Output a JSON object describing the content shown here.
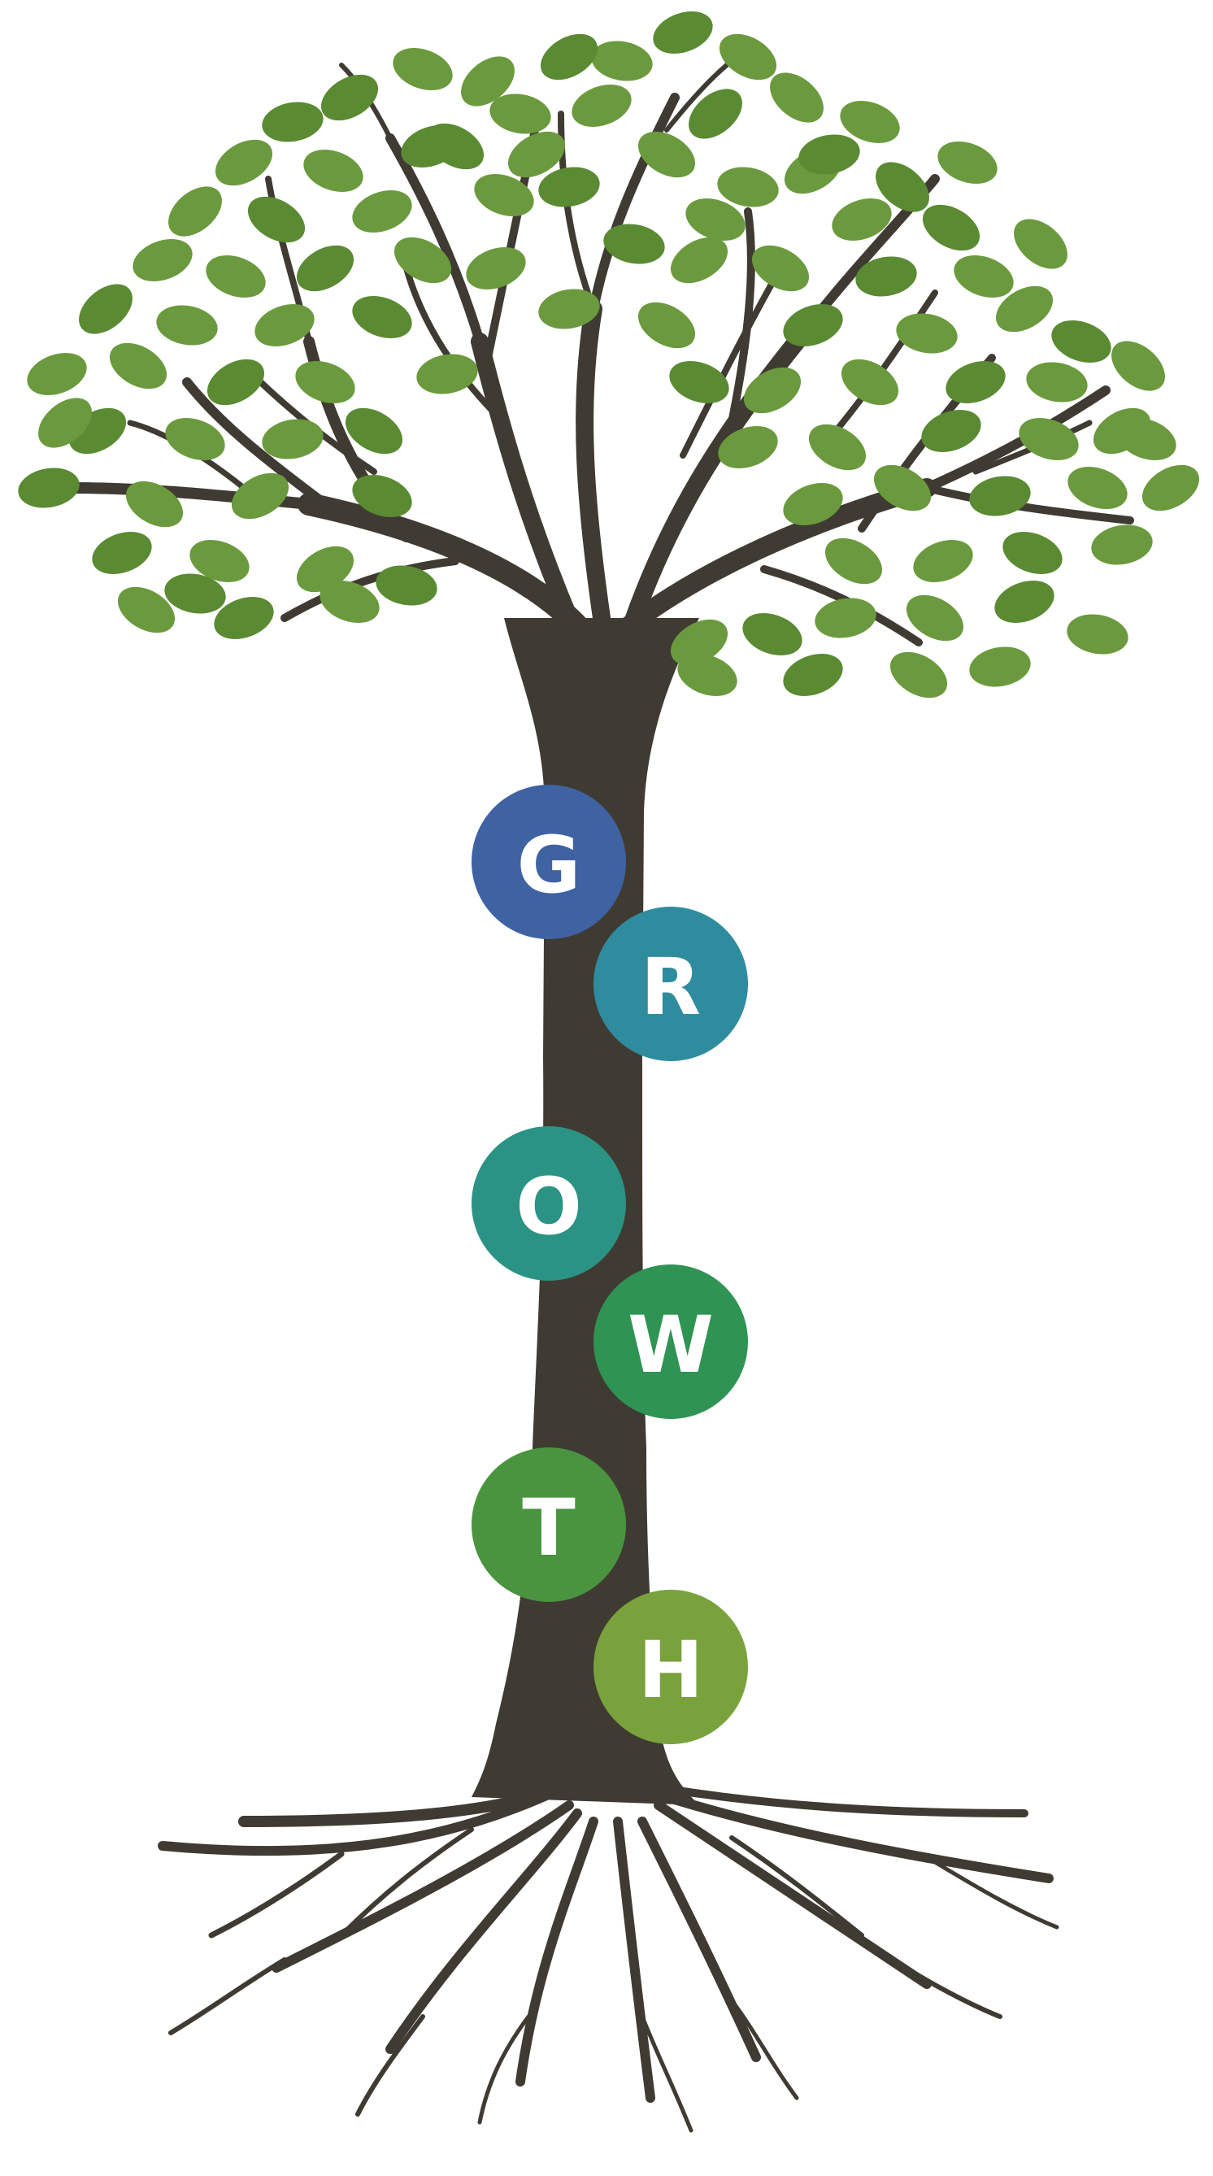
{
  "illustration": {
    "name": "tree",
    "trunk_color": "#3f3b33",
    "leaf_color": "#6a9a3d",
    "leaf_color_dark": "#5a8a32"
  },
  "badges": [
    {
      "letter": "G",
      "color": "#3f62a3"
    },
    {
      "letter": "R",
      "color": "#2f8c9e"
    },
    {
      "letter": "O",
      "color": "#2b9384"
    },
    {
      "letter": "W",
      "color": "#2f9353"
    },
    {
      "letter": "T",
      "color": "#4a9440"
    },
    {
      "letter": "H",
      "color": "#79a23c"
    }
  ]
}
